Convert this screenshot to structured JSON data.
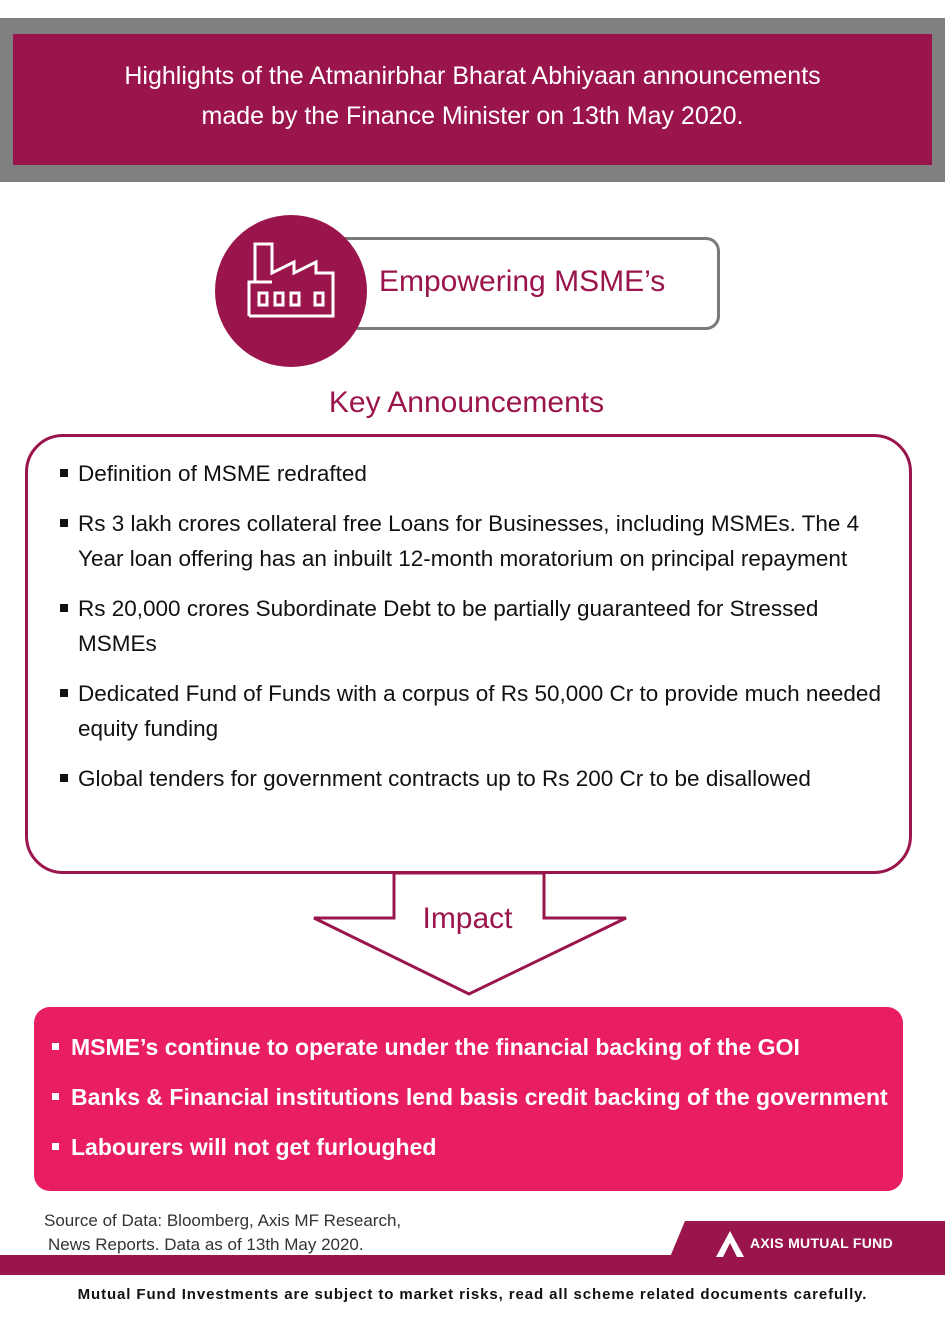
{
  "header": {
    "line1": "Highlights of the Atmanirbhar Bharat Abhiyaan announcements",
    "line2": "made by the Finance Minister on 13th May 2020."
  },
  "section": {
    "title": "Empowering MSME’s",
    "icon": "factory-icon"
  },
  "key_announcements": {
    "title": "Key Announcements",
    "items": [
      "Definition of MSME redrafted",
      "Rs 3 lakh crores collateral free Loans for Businesses, including MSMEs. The 4 Year loan offering has an inbuilt 12-month moratorium on principal repayment",
      "Rs 20,000 crores Subordinate Debt to be partially guaranteed for Stressed MSMEs",
      "Dedicated Fund of Funds with a corpus of Rs 50,000 Cr to provide much needed equity funding",
      "Global tenders for government contracts up to Rs 200 Cr to be disallowed"
    ]
  },
  "impact": {
    "title": "Impact",
    "items": [
      "MSME’s continue to operate under the financial backing of the GOI",
      "Banks & Financial institutions lend basis credit backing of the government",
      "Labourers will not get furloughed"
    ]
  },
  "source": {
    "line1": "Source of Data:  Bloomberg, Axis MF Research,",
    "line2": "News Reports. Data as of 13th May 2020."
  },
  "brand": {
    "name": "AXIS MUTUAL FUND",
    "icon": "axis-logo-icon"
  },
  "disclaimer": "Mutual Fund Investments are subject to market risks, read all scheme related documents carefully.",
  "colors": {
    "primary": "#9b154d",
    "accent": "#e91d63",
    "band": "#808080"
  }
}
